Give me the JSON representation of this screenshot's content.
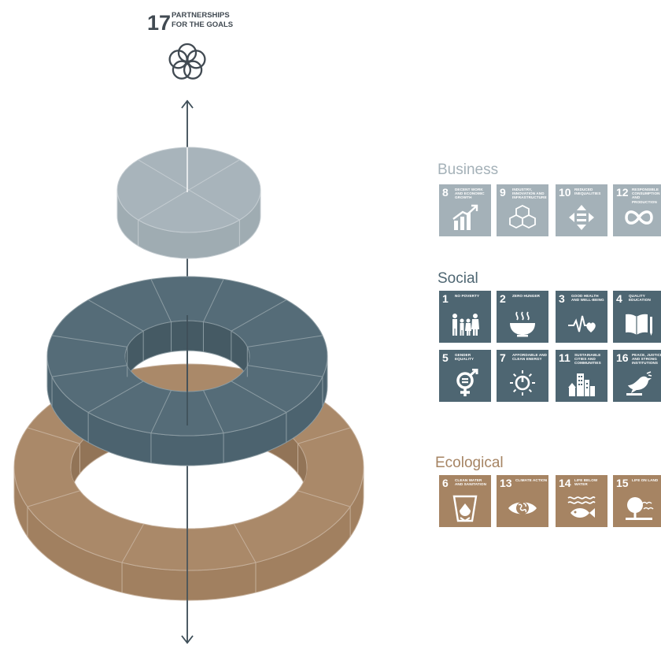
{
  "goal17": {
    "number": "17",
    "title_line1": "PARTNERSHIPS",
    "title_line2": "FOR THE GOALS",
    "icon": "interlocking-rings-icon"
  },
  "colors": {
    "business": "#a4b1b8",
    "social": "#4e6672",
    "ecological": "#a68463",
    "axis": "#3e4e58",
    "tile_text": "#ffffff"
  },
  "groups": {
    "business": {
      "title": "Business",
      "goals": [
        {
          "number": "8",
          "title": "Decent work and economic growth",
          "icon": "rising-bar-chart-icon"
        },
        {
          "number": "9",
          "title": "Industry, innovation and infrastructure",
          "icon": "stacked-cubes-icon"
        },
        {
          "number": "10",
          "title": "Reduced inequalities",
          "icon": "equality-arrows-icon"
        },
        {
          "number": "12",
          "title": "Responsible consumption and production",
          "icon": "infinity-loop-icon"
        }
      ]
    },
    "social": {
      "title": "Social",
      "goals": [
        {
          "number": "1",
          "title": "No poverty",
          "icon": "family-icon"
        },
        {
          "number": "2",
          "title": "Zero hunger",
          "icon": "steaming-bowl-icon"
        },
        {
          "number": "3",
          "title": "Good health and well-being",
          "icon": "heartbeat-icon"
        },
        {
          "number": "4",
          "title": "Quality education",
          "icon": "open-book-pencil-icon"
        },
        {
          "number": "5",
          "title": "Gender equality",
          "icon": "gender-symbol-icon"
        },
        {
          "number": "7",
          "title": "Affordable and clean energy",
          "icon": "power-sun-icon"
        },
        {
          "number": "11",
          "title": "Sustainable cities and communities",
          "icon": "city-buildings-icon"
        },
        {
          "number": "16",
          "title": "Peace, justice and strong institutions",
          "icon": "dove-gavel-icon"
        }
      ]
    },
    "ecological": {
      "title": "Ecological",
      "goals": [
        {
          "number": "6",
          "title": "Clean water and sanitation",
          "icon": "water-glass-icon"
        },
        {
          "number": "13",
          "title": "Climate action",
          "icon": "eye-globe-icon"
        },
        {
          "number": "14",
          "title": "Life below water",
          "icon": "fish-waves-icon"
        },
        {
          "number": "15",
          "title": "Life on land",
          "icon": "tree-birds-icon"
        }
      ]
    }
  }
}
